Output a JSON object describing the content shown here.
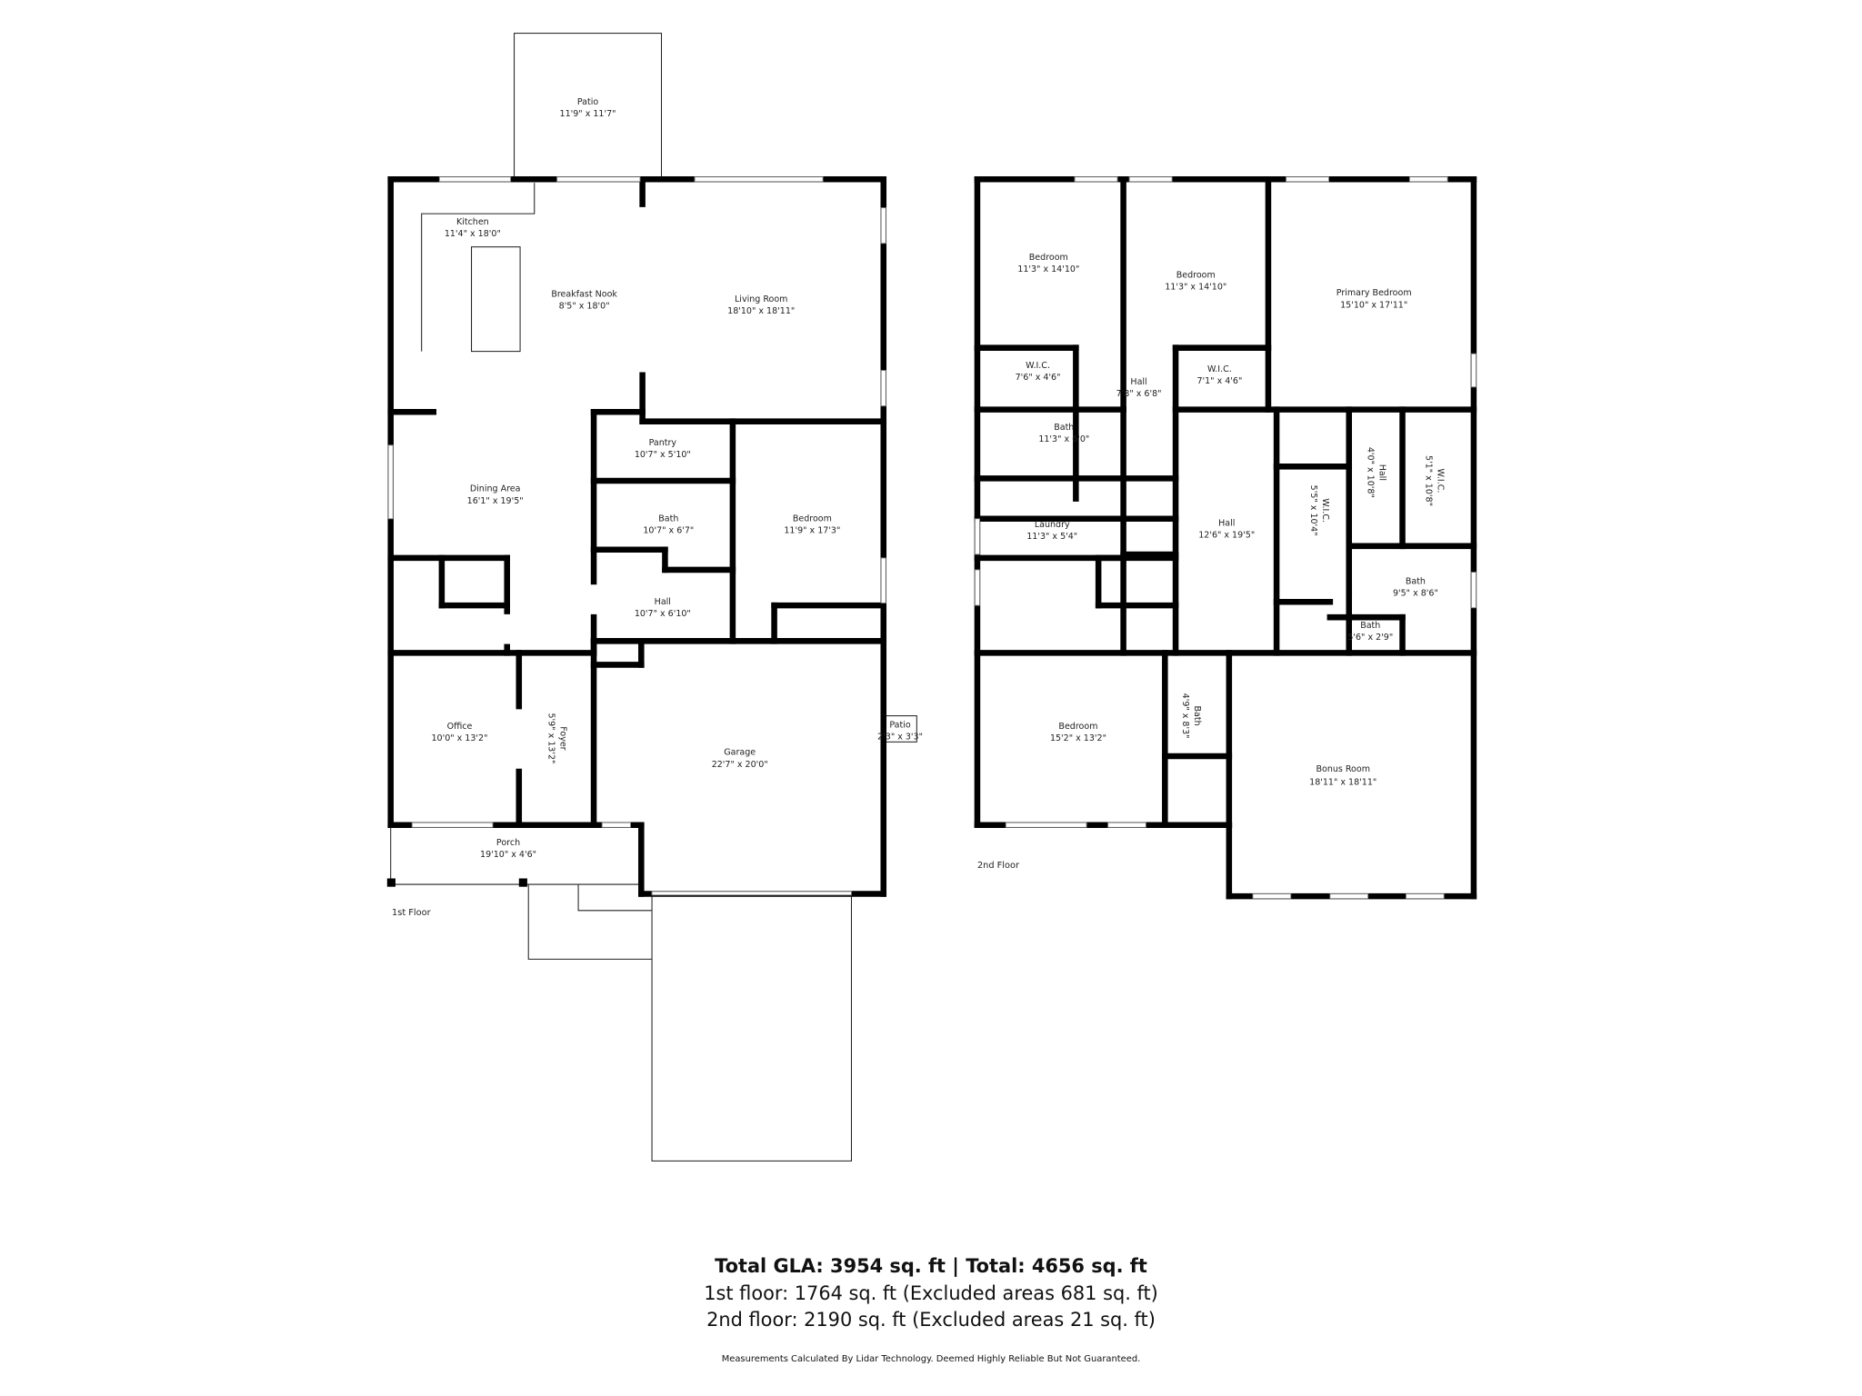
{
  "first_floor": {
    "label": "1st Floor",
    "rooms": [
      {
        "name": "Patio",
        "size": "11'9\" x 11'7\""
      },
      {
        "name": "Kitchen",
        "size": "11'4\" x 18'0\""
      },
      {
        "name": "Breakfast Nook",
        "size": "8'5\" x 18'0\""
      },
      {
        "name": "Living Room",
        "size": "18'10\" x 18'11\""
      },
      {
        "name": "Dining Area",
        "size": "16'1\" x 19'5\""
      },
      {
        "name": "Pantry",
        "size": "10'7\" x 5'10\""
      },
      {
        "name": "Bath",
        "size": "10'7\" x 6'7\""
      },
      {
        "name": "Bedroom",
        "size": "11'9\" x 17'3\""
      },
      {
        "name": "Hall",
        "size": "10'7\" x 6'10\""
      },
      {
        "name": "Office",
        "size": "10'0\" x 13'2\""
      },
      {
        "name": "Foyer",
        "size": "5'9\" x 13'2\""
      },
      {
        "name": "Garage",
        "size": "22'7\" x 20'0\""
      },
      {
        "name": "Patio",
        "size": "2'3\" x 3'3\""
      },
      {
        "name": "Porch",
        "size": "19'10\" x 4'6\""
      }
    ]
  },
  "second_floor": {
    "label": "2nd Floor",
    "rooms": [
      {
        "name": "Bedroom",
        "size": "11'3\" x 14'10\""
      },
      {
        "name": "Bedroom",
        "size": "11'3\" x 14'10\""
      },
      {
        "name": "Primary Bedroom",
        "size": "15'10\" x 17'11\""
      },
      {
        "name": "W.I.C.",
        "size": "7'6\" x 4'6\""
      },
      {
        "name": "Hall",
        "size": "7'8\" x 6'8\""
      },
      {
        "name": "W.I.C.",
        "size": "7'1\" x 4'6\""
      },
      {
        "name": "Bath",
        "size": "11'3\" x 6'0\""
      },
      {
        "name": "Laundry",
        "size": "11'3\" x 5'4\""
      },
      {
        "name": "Hall",
        "size": "12'6\" x 19'5\""
      },
      {
        "name": "W.I.C.",
        "size": "5'5\" x 10'4\""
      },
      {
        "name": "Hall",
        "size": "4'0\" x 10'8\""
      },
      {
        "name": "W.I.C.",
        "size": "5'1\" x 10'8\""
      },
      {
        "name": "Bath",
        "size": "9'5\" x 8'6\""
      },
      {
        "name": "Bath",
        "size": "5'6\" x 2'9\""
      },
      {
        "name": "Bedroom",
        "size": "15'2\" x 13'2\""
      },
      {
        "name": "Bath",
        "size": "4'9\" x 8'3\""
      },
      {
        "name": "Bonus Room",
        "size": "18'11\" x 18'11\""
      }
    ]
  },
  "summary": {
    "title": "Total GLA: 3954 sq. ft | Total: 4656 sq. ft",
    "first_floor": "1st floor: 1764 sq. ft (Excluded areas 681 sq. ft)",
    "second_floor": "2nd floor: 2190 sq. ft (Excluded areas 21 sq. ft)",
    "disclaimer": "Measurements Calculated By Lidar Technology. Deemed Highly Reliable But Not Guaranteed."
  }
}
